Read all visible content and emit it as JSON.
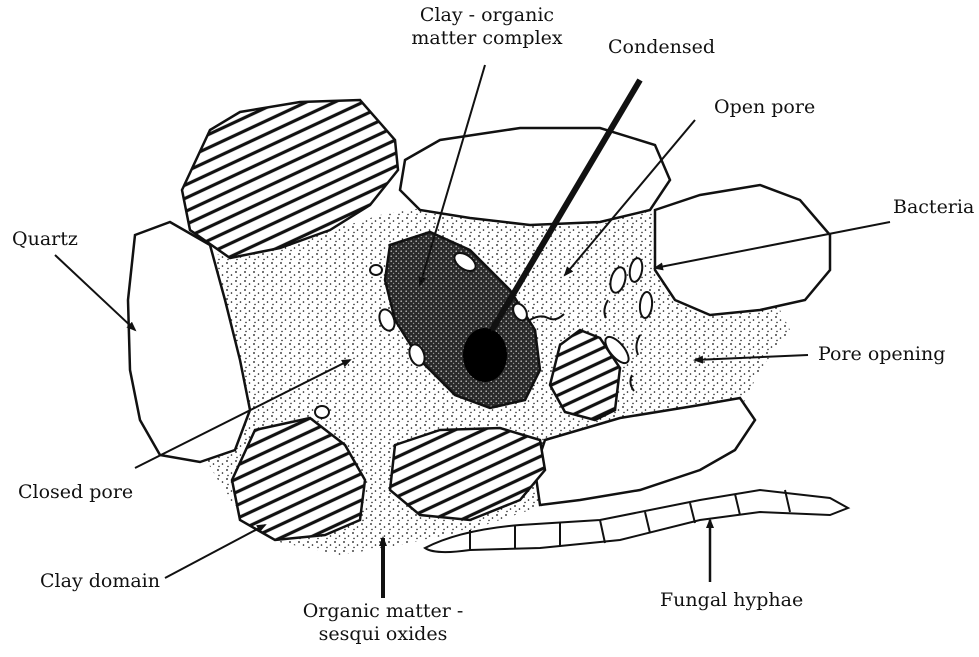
{
  "labels": {
    "clay_organic_line1": "Clay - organic",
    "clay_organic_line2": "matter complex",
    "condensed": "Condensed",
    "open_pore": "Open pore",
    "bacteria": "Bacteria",
    "quartz": "Quartz",
    "pore_opening": "Pore opening",
    "closed_pore": "Closed pore",
    "clay_domain": "Clay domain",
    "organic_sesqui_line1": "Organic matter -",
    "organic_sesqui_line2": "sesqui oxides",
    "fungal_hyphae": "Fungal hyphae"
  },
  "colors": {
    "ink": "#111111",
    "paper": "#ffffff"
  }
}
